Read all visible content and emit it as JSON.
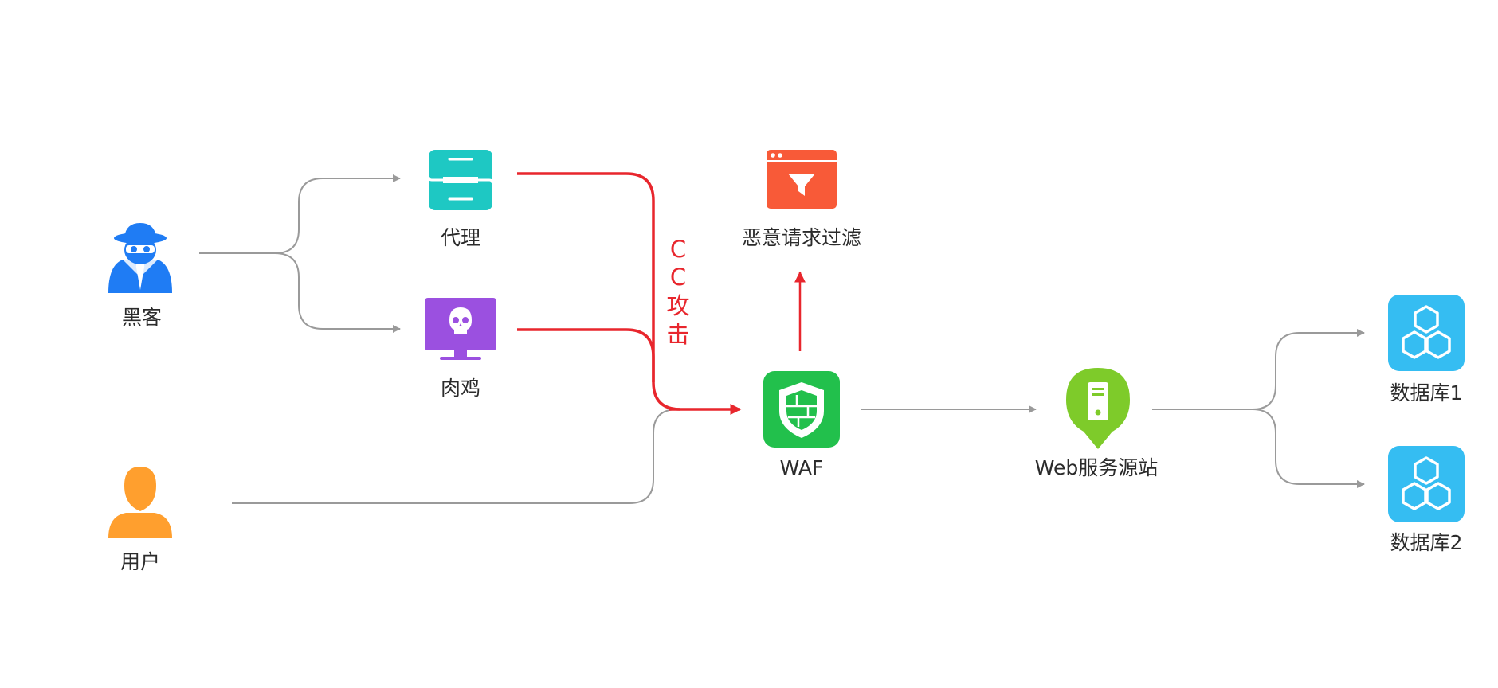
{
  "nodes": {
    "hacker": {
      "label": "黑客",
      "color": "#1f7cf4"
    },
    "proxy": {
      "label": "代理",
      "color": "#1ec8c3"
    },
    "zombie": {
      "label": "肉鸡",
      "color": "#9b50e0"
    },
    "user": {
      "label": "用户",
      "color": "#ff9f2e"
    },
    "filter": {
      "label": "恶意请求过滤",
      "color": "#f85a38"
    },
    "waf": {
      "label": "WAF",
      "color": "#22c04c"
    },
    "web_server": {
      "label": "Web服务源站",
      "color": "#7ecb2a"
    },
    "db1": {
      "label": "数据库1",
      "color": "#35bdf2"
    },
    "db2": {
      "label": "数据库2",
      "color": "#35bdf2"
    }
  },
  "attack_label": {
    "chars": [
      "C",
      "C",
      "攻",
      "击"
    ]
  },
  "colors": {
    "normal_line": "#9a9a9a",
    "attack_line": "#e8262d"
  }
}
